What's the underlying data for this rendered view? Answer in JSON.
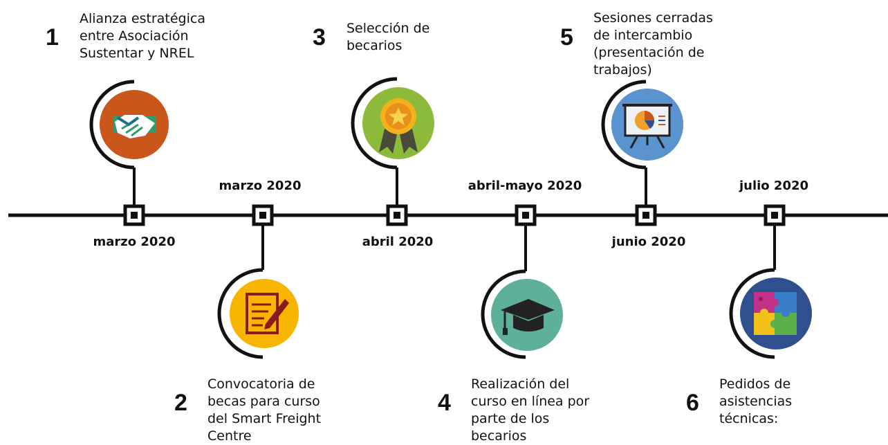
{
  "milestones": [
    {
      "number": "1",
      "description_lines": [
        "Alianza estratégica",
        "entre Asociación",
        "Sustentar y NREL"
      ],
      "date": "marzo 2020",
      "icon": "handshake-icon",
      "color": "#c9571b"
    },
    {
      "number": "2",
      "description_lines": [
        "Convocatoria de",
        "becas para curso",
        "del Smart Freight",
        "Centre"
      ],
      "date": "marzo 2020",
      "icon": "form-pencil-icon",
      "color": "#f7b500"
    },
    {
      "number": "3",
      "description_lines": [
        "Selección de",
        "becarios"
      ],
      "date": "abril 2020",
      "icon": "award-badge-icon",
      "color": "#8dba3a"
    },
    {
      "number": "4",
      "description_lines": [
        "Realización del",
        "curso en línea por",
        "parte de los",
        "becarios"
      ],
      "date": "abril-mayo 2020",
      "icon": "graduation-cap-icon",
      "color": "#5fb09a"
    },
    {
      "number": "5",
      "description_lines": [
        "Sesiones cerradas",
        "de intercambio",
        "(presentación de",
        "trabajos)"
      ],
      "date": "junio 2020",
      "icon": "presentation-board-icon",
      "color": "#5b93cf"
    },
    {
      "number": "6",
      "description_lines": [
        "Pedidos de",
        "asistencias",
        "técnicas:"
      ],
      "date": "julio 2020",
      "icon": "puzzle-icon",
      "color": "#2f4f8f"
    }
  ]
}
